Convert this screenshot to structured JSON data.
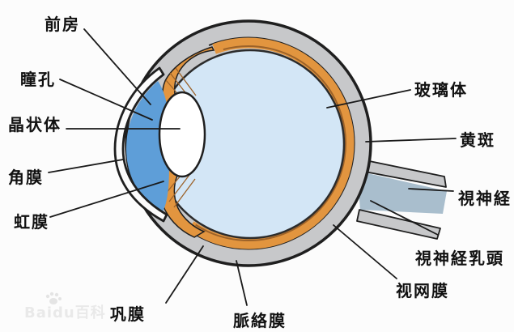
{
  "diagram": {
    "type": "anatomical-cross-section",
    "subject": "human eye structure diagram",
    "labels": [
      {
        "id": "anterior-chamber",
        "text": "前房"
      },
      {
        "id": "pupil",
        "text": "瞳孔"
      },
      {
        "id": "lens",
        "text": "晶状体"
      },
      {
        "id": "cornea",
        "text": "角膜"
      },
      {
        "id": "iris",
        "text": "虹膜"
      },
      {
        "id": "sclera",
        "text": "巩膜"
      },
      {
        "id": "choroid",
        "text": "脈絡膜"
      },
      {
        "id": "retina",
        "text": "视网膜"
      },
      {
        "id": "optic-disc",
        "text": "視神経乳頭"
      },
      {
        "id": "optic-nerve",
        "text": "視神経"
      },
      {
        "id": "macula",
        "text": "黄斑"
      },
      {
        "id": "vitreous-body",
        "text": "玻璃体"
      }
    ],
    "watermark": {
      "text": "Baidu百科"
    },
    "colors": {
      "sclera_gray": "#c7c8ca",
      "choroid_orange": "#e2953f",
      "choroid_stripe_brown": "#9c6229",
      "vitreous_blue": "#d3e6f6",
      "anterior_chamber_blue": "#5e9ed8",
      "optic_nerve_blue_gray": "#a9becd",
      "lens_white": "#ffffff",
      "outline_black": "#1f1f1f"
    }
  }
}
